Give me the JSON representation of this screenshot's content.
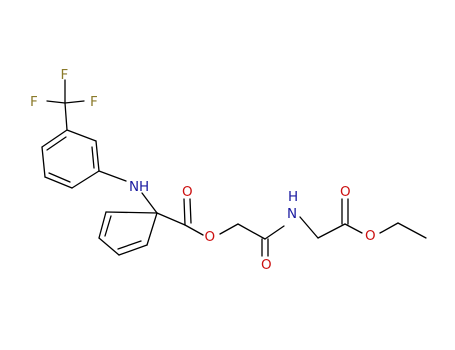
{
  "molecule": {
    "colors": {
      "bond": "#000000",
      "fluorine": "#8a7a2a",
      "nitrogen": "#1a1aa0",
      "oxygen": "#cc1010"
    },
    "labels": {
      "F_left": "F",
      "F_top": "F",
      "F_right": "F",
      "N_amine": "N",
      "H_amine": "H",
      "O_ester1": "O",
      "O_carbonyl1": "O",
      "O_carbonyl2": "O",
      "H_amide": "H",
      "N_amide": "N",
      "O_carbonyl3": "O",
      "O_ester2": "O"
    }
  }
}
